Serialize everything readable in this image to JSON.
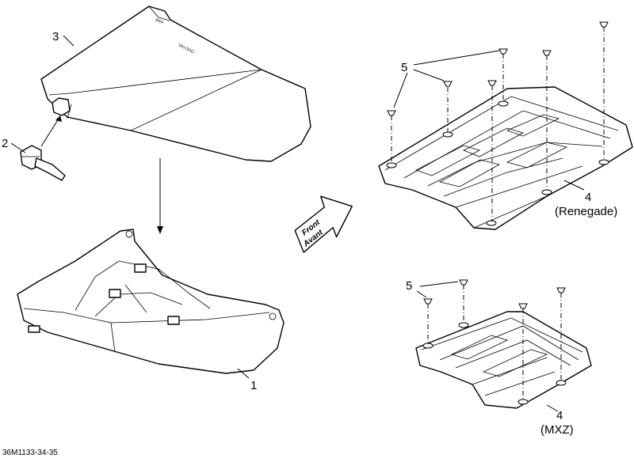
{
  "callouts": {
    "part1": "1",
    "part2": "2",
    "part3": "3",
    "part4_top": "4",
    "part4_top_variant": "(Renegade)",
    "part5_top": "5",
    "part5_bottom": "5",
    "part4_bottom": "4",
    "part4_bottom_variant": "(MXZ)"
  },
  "direction_arrow": {
    "line1": "Front",
    "line2": "Avant"
  },
  "figure_code": "36M1133-34-35"
}
